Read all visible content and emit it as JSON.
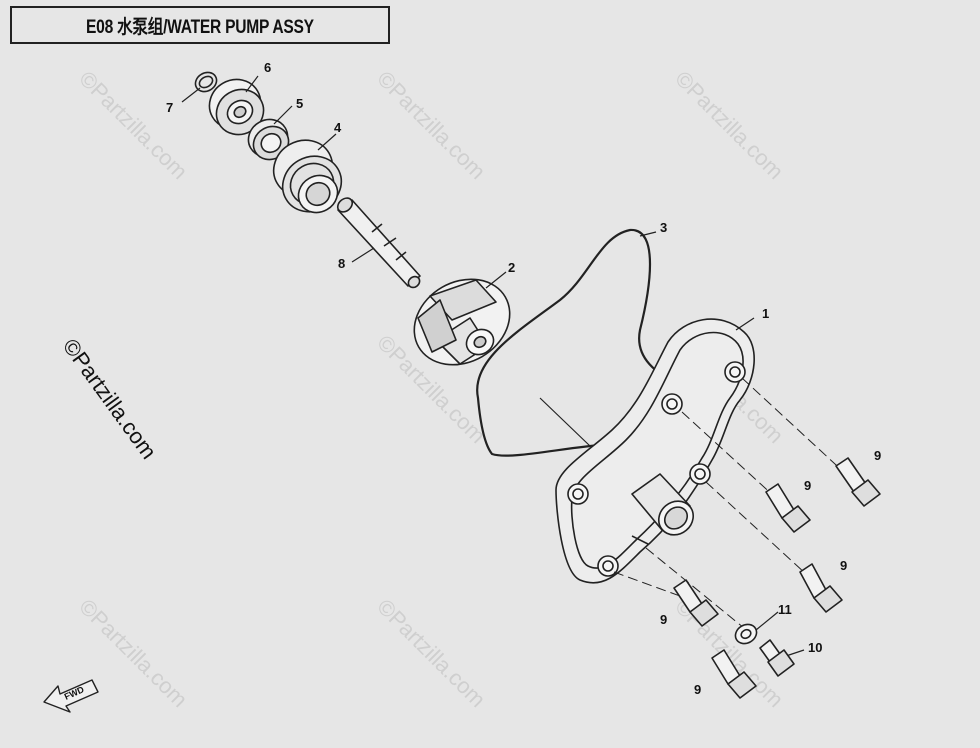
{
  "title": "E08  水泵组/WATER PUMP ASSY",
  "watermark_text": "©Partzilla.com",
  "fwd_label": "FWD",
  "callouts": {
    "c1": "1",
    "c2": "2",
    "c3": "3",
    "c4": "4",
    "c5": "5",
    "c6": "6",
    "c7": "7",
    "c8": "8",
    "c9a": "9",
    "c9b": "9",
    "c9c": "9",
    "c9d": "9",
    "c9e": "9",
    "c10": "10",
    "c11": "11"
  }
}
